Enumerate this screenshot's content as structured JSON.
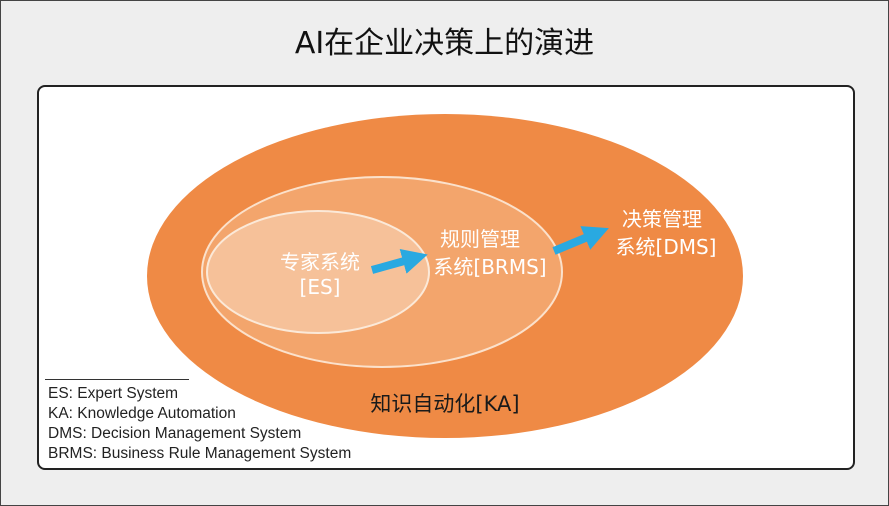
{
  "title": "AI在企业决策上的演进",
  "outer": {
    "label": "知识自动化[KA]"
  },
  "stages": {
    "es": {
      "line1": "专家系统",
      "line2": "[ES]"
    },
    "brms": {
      "line1": "规则管理",
      "line2": "系统[BRMS]"
    },
    "dms": {
      "line1": "决策管理",
      "line2": "系统[DMS]"
    }
  },
  "legend": [
    "ES: Expert System",
    "KA: Knowledge Automation",
    "DMS: Decision Management System",
    "BRMS: Business Rule Management  System"
  ],
  "colors": {
    "outer_fill": "#ef8a45",
    "middle_fill": "#f3a56c",
    "inner_fill": "#f6c199",
    "label_text": "#ffffff",
    "arrow": "#29a9e1"
  }
}
